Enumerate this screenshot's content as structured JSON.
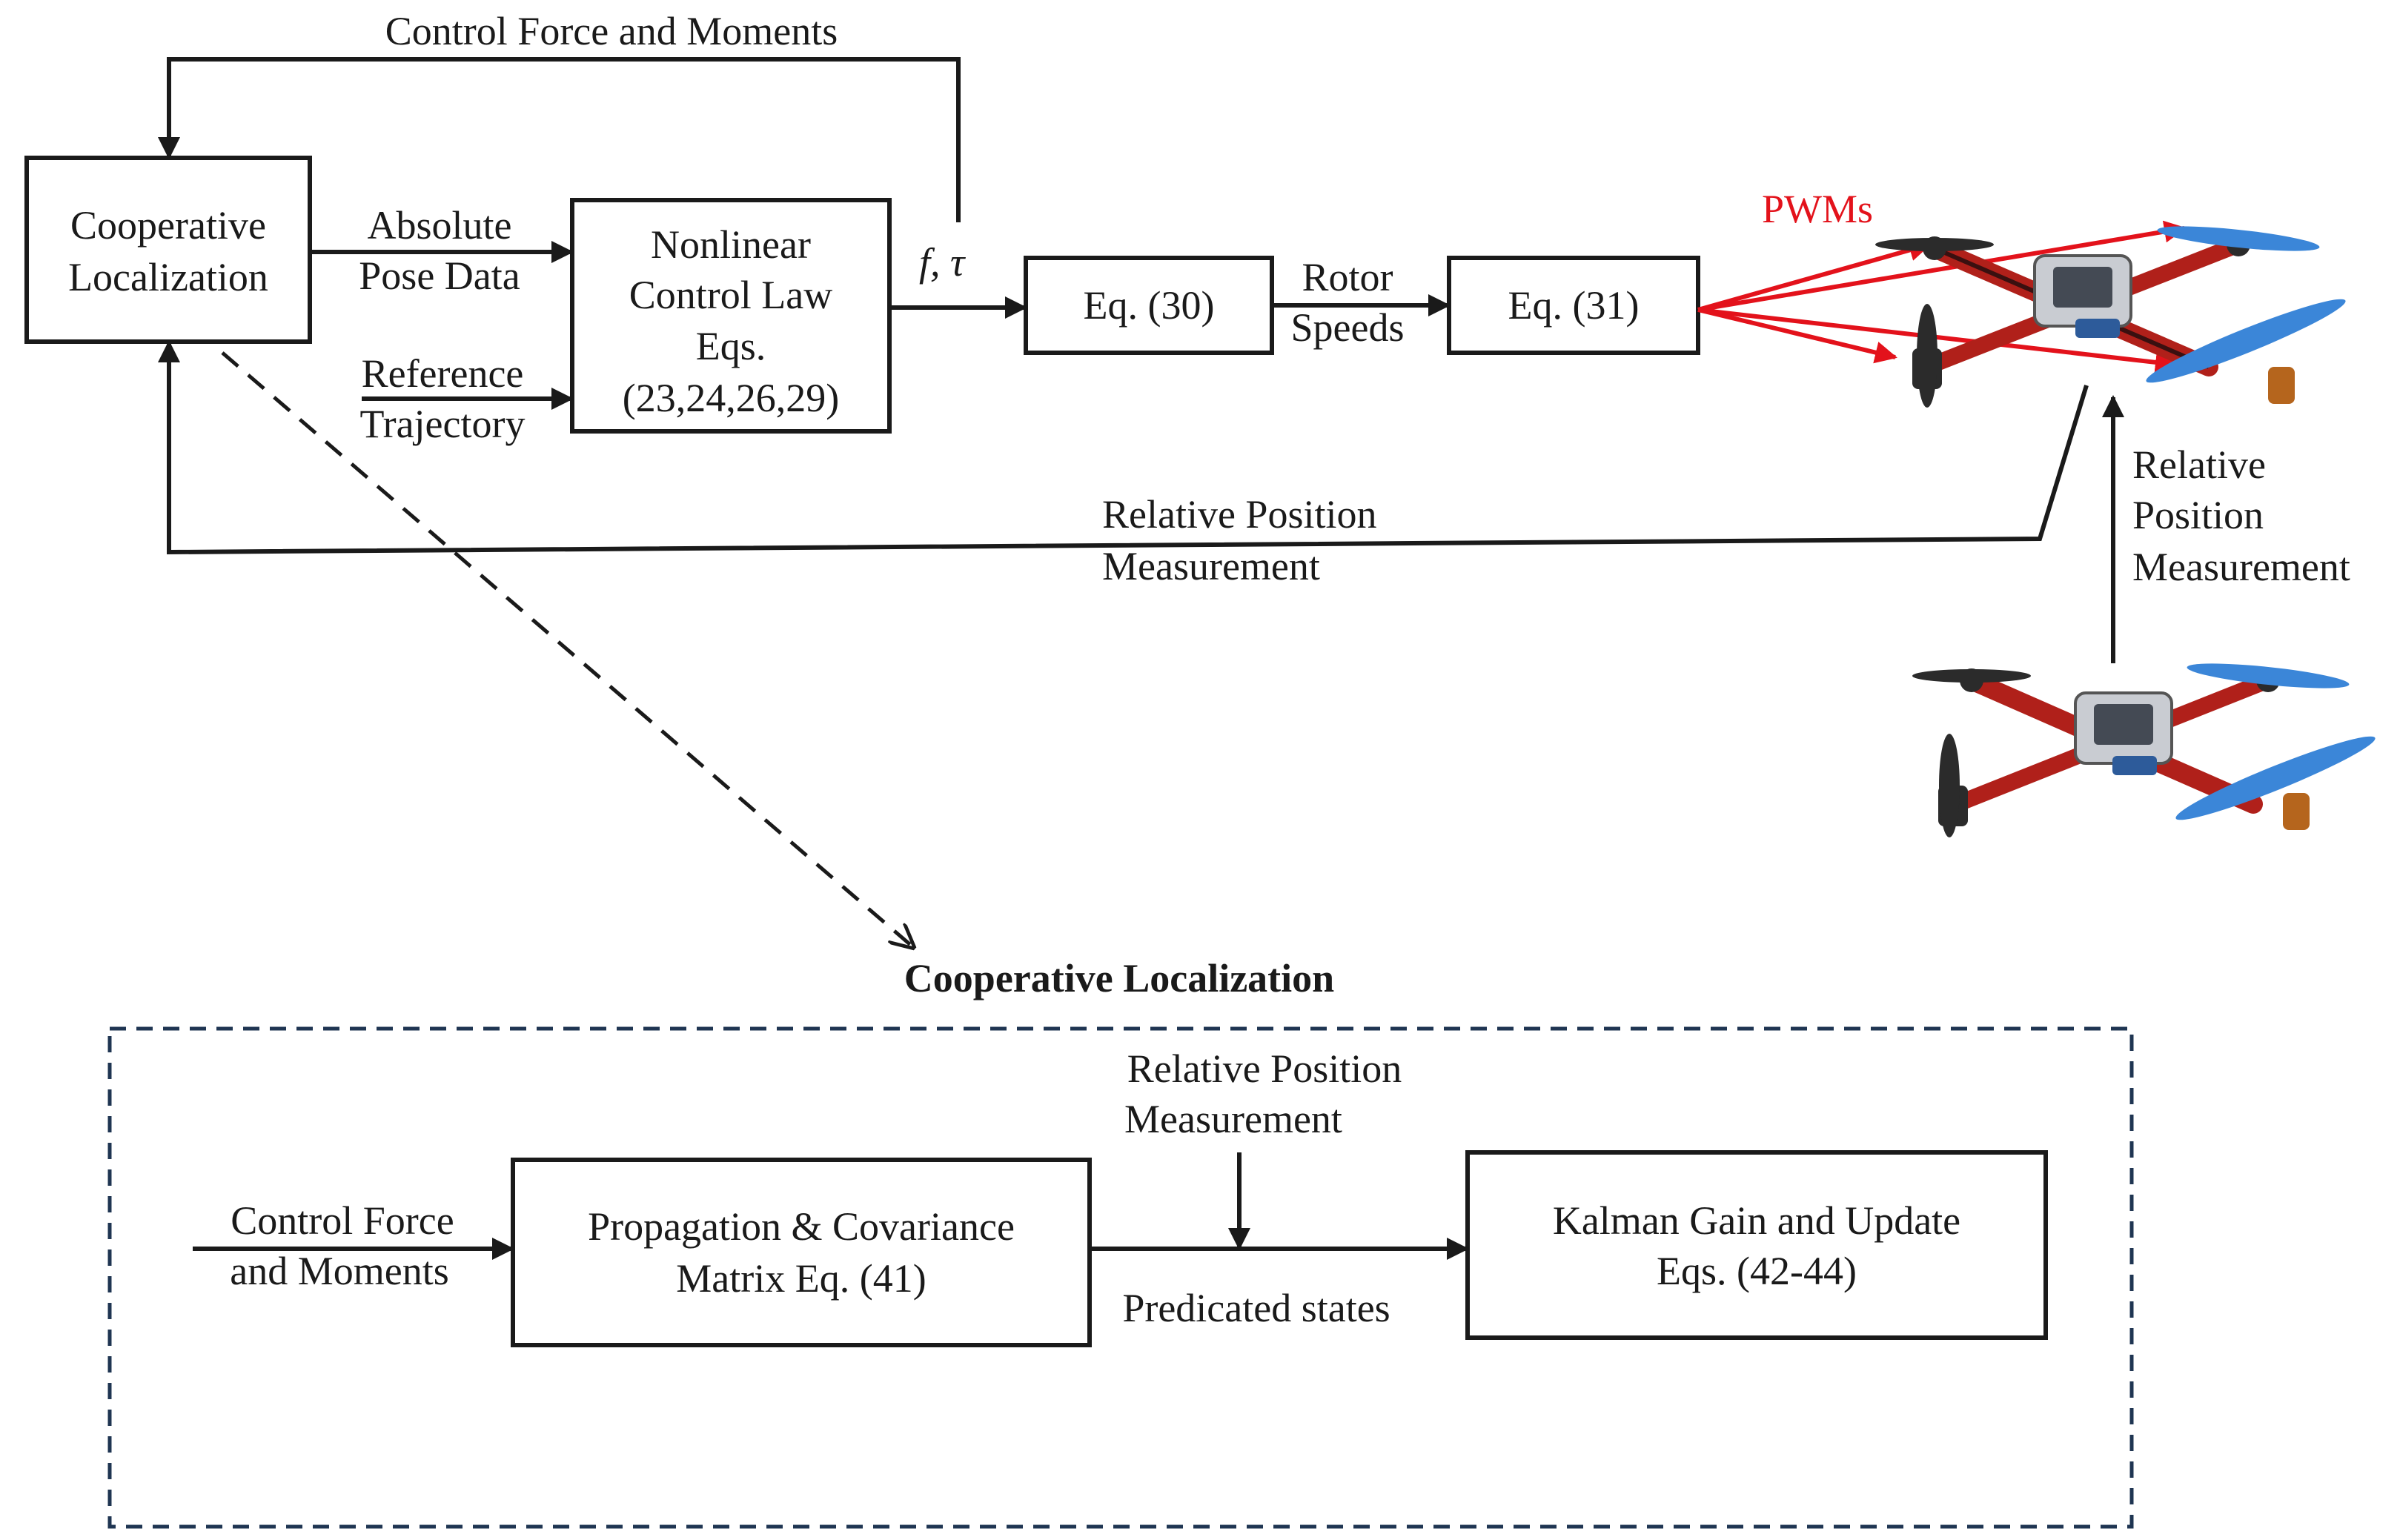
{
  "top": {
    "feedback_label": "Control Force and Moments",
    "coop_box": [
      "Cooperative",
      "Localization"
    ],
    "abs_pose": [
      "Absolute",
      "Pose Data"
    ],
    "ref_traj": [
      "Reference",
      "Trajectory"
    ],
    "control_box": [
      "Nonlinear",
      "Control Law",
      "Eqs.",
      "(23,24,26,29)"
    ],
    "f_tau": "f, τ",
    "eq30": "Eq. (30)",
    "rotor_speeds": [
      "Rotor",
      "Speeds"
    ],
    "eq31": "Eq. (31)",
    "pwms": "PWMs",
    "rel_pos_bottom": [
      "Relative Position",
      "Measurement"
    ],
    "rel_pos_right": [
      "Relative",
      "Position",
      "Measurement"
    ]
  },
  "bottom": {
    "title": "Cooperative Localization",
    "control_input": [
      "Control Force",
      "and Moments"
    ],
    "propagation_box": [
      "Propagation & Covariance",
      "Matrix Eq. (41)"
    ],
    "rel_pos": [
      "Relative Position",
      "Measurement"
    ],
    "predicated": "Predicated states",
    "kalman_box": [
      "Kalman Gain and Update",
      "Eqs. (42-44)"
    ]
  },
  "colors": {
    "line": "#1a1a1a",
    "pwm": "#e3121b",
    "dashed_frame": "#1f3552",
    "drone_frame": "#b0201a",
    "propeller_blue": "#3b86d8"
  },
  "icons": [
    "quadcopter-icon-upper",
    "quadcopter-icon-lower"
  ]
}
